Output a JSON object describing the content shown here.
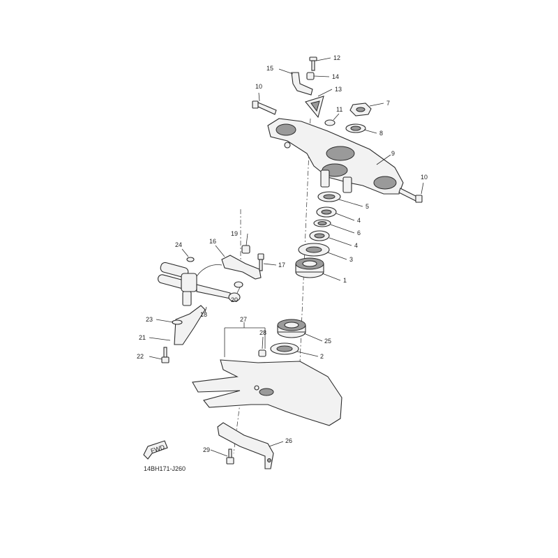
{
  "diagram": {
    "code": "14BH171-J260",
    "fwd_label": "FWD",
    "callouts": {
      "c1": "1",
      "c2": "2",
      "c3": "3",
      "c4a": "4",
      "c4b": "4",
      "c5": "5",
      "c6": "6",
      "c7": "7",
      "c8": "8",
      "c9": "9",
      "c10a": "10",
      "c10b": "10",
      "c11": "11",
      "c12": "12",
      "c13": "13",
      "c14": "14",
      "c15": "15",
      "c16": "16",
      "c17": "17",
      "c18": "18",
      "c19": "19",
      "c20": "20",
      "c21": "21",
      "c22": "22",
      "c23": "23",
      "c24": "24",
      "c25": "25",
      "c26": "26",
      "c27": "27",
      "c28": "28",
      "c29": "29"
    }
  }
}
